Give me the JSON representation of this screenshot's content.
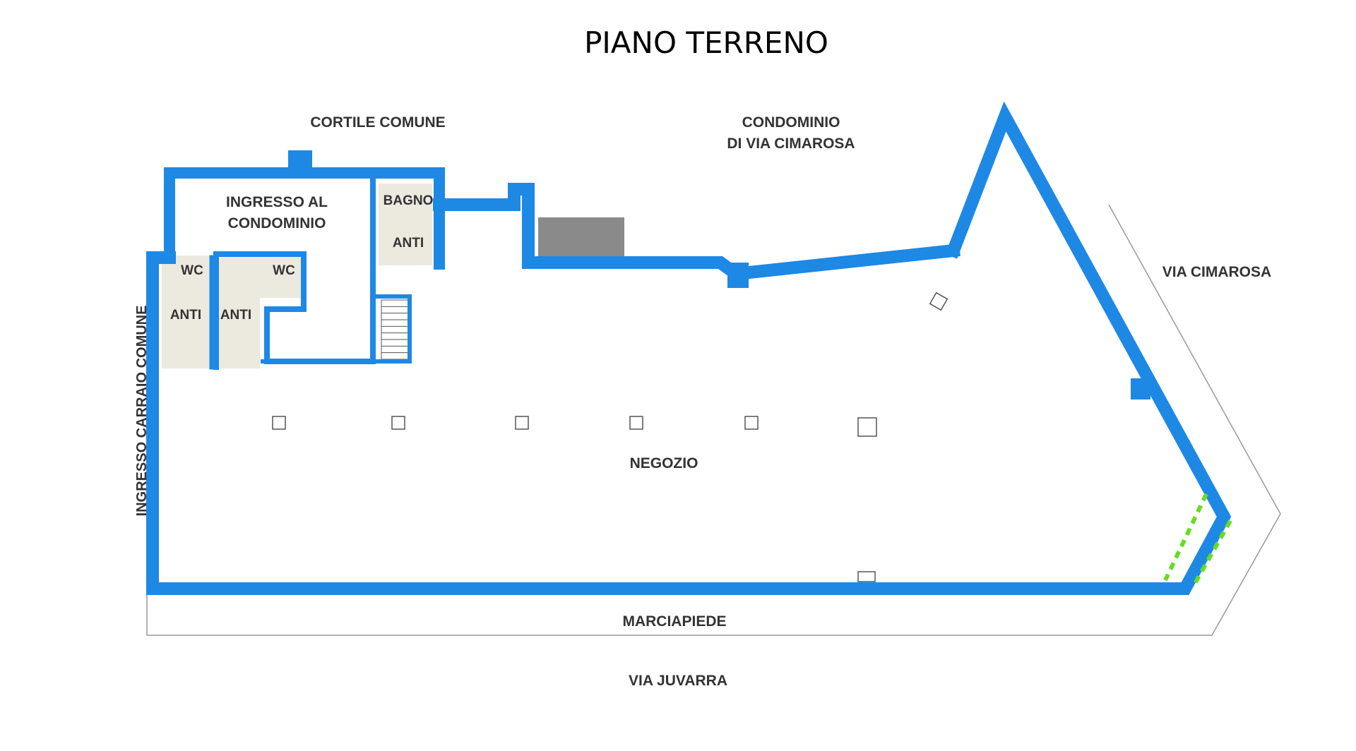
{
  "title": "PIANO TERRENO",
  "labels": {
    "courtyard": "CORTILE COMUNE",
    "neighbor_line1": "CONDOMINIO",
    "neighbor_line2": "DI VIA CIMAROSA",
    "entrance_line1": "INGRESSO AL",
    "entrance_line2": "CONDOMINIO",
    "bathroom": "BAGNO",
    "anti_bath": "ANTI",
    "wc_left": "WC",
    "wc_right": "WC",
    "anti_left": "ANTI",
    "anti_right": "ANTI",
    "side_entrance": "INGRESSO CARRAIO COMUNE",
    "shop": "NEGOZIO",
    "side_street": "VIA CIMAROSA",
    "sidewalk": "MARCIAPIEDE",
    "main_street": "VIA JUVARRA"
  },
  "colors": {
    "wall": "#1e88e5",
    "wall_edge": "#0b3c7a",
    "service_fill": "#ece9df",
    "stair_fill": "#8a8a8a",
    "door_mark": "#66dd22",
    "outline": "#888888"
  }
}
